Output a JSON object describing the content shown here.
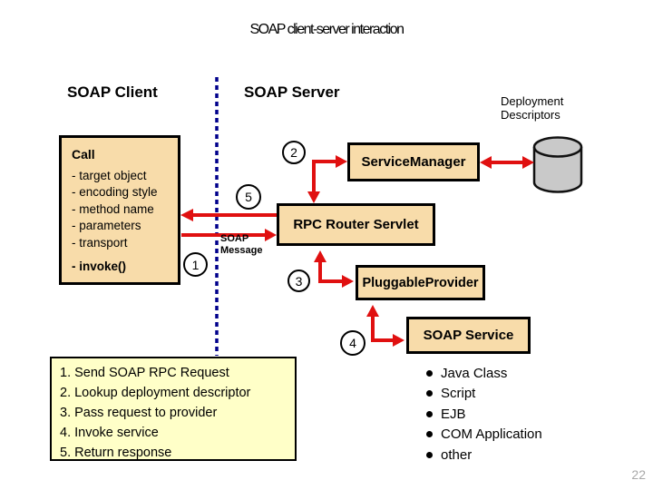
{
  "title": "SOAP client-server interaction",
  "zones": {
    "client_label": "SOAP Client",
    "server_label": "SOAP Server"
  },
  "deployment_label": {
    "line1": "Deployment",
    "line2": "Descriptors"
  },
  "call_box": {
    "title": "Call",
    "items": [
      "- target object",
      "- encoding style",
      "- method name",
      "- parameters",
      "- transport"
    ],
    "invoke": "- invoke()"
  },
  "boxes": {
    "service_manager": "ServiceManager",
    "rpc_router": "RPC Router Servlet",
    "pluggable_provider": "PluggableProvider",
    "soap_service": "SOAP Service"
  },
  "soap_message": {
    "line1": "SOAP",
    "line2": "Message"
  },
  "step_markers": {
    "s1": "1",
    "s2": "2",
    "s3": "3",
    "s4": "4",
    "s5": "5"
  },
  "steps_box": {
    "items": [
      "1. Send SOAP RPC Request",
      "2. Lookup deployment descriptor",
      "3. Pass request to provider",
      "4. Invoke service",
      "5. Return response"
    ]
  },
  "providers": {
    "items": [
      "Java Class",
      "Script",
      "EJB",
      "COM Application",
      "other"
    ]
  },
  "page_number": "22",
  "colors": {
    "box_fill": "#f8dcaa",
    "steps_fill": "#ffffc8",
    "arrow_red": "#e01010",
    "divider_navy": "#00008b",
    "cylinder_gray": "#c9c9c9"
  }
}
